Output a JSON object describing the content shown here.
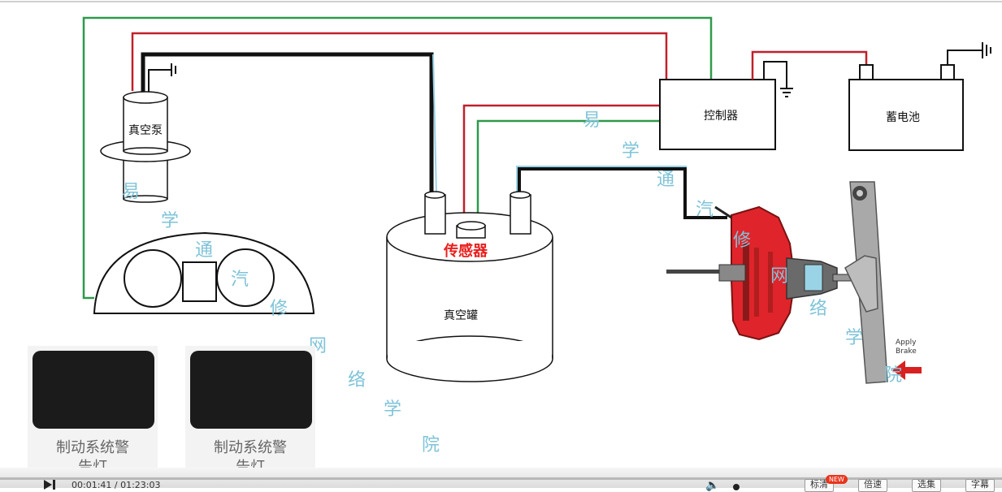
{
  "diagram": {
    "vacuum_pump_label": "真空泵",
    "controller_label": "控制器",
    "battery_label": "蓄电池",
    "vacuum_tank_label": "真空罐",
    "sensor_label": "传感器",
    "apply_brake_label_1": "Apply",
    "apply_brake_label_2": "Brake"
  },
  "watermark": {
    "chars": [
      "易",
      "学",
      "通",
      "汽",
      "修",
      "网",
      "络",
      "学",
      "院",
      "易",
      "学",
      "通",
      "汽",
      "修",
      "网",
      "络",
      "学",
      "院"
    ]
  },
  "warning_lamps": [
    {
      "caption_line1": "制动系统警",
      "caption_line2": "告灯"
    },
    {
      "caption_line1": "制动系统警",
      "caption_line2": "告灯"
    }
  ],
  "player": {
    "time": "00:01:41 / 01:23:03",
    "btn_1": "标清",
    "btn_2": "倍速",
    "btn_3": "选集",
    "btn_4": "字幕",
    "new_badge": "NEW"
  },
  "colors": {
    "wire_red": "#c0202a",
    "wire_green": "#2e9a4a",
    "hose_black": "#111111",
    "hose_blue": "#9ad3e6",
    "booster_red": "#e0242b",
    "lamp_red": "#e83a3a"
  }
}
